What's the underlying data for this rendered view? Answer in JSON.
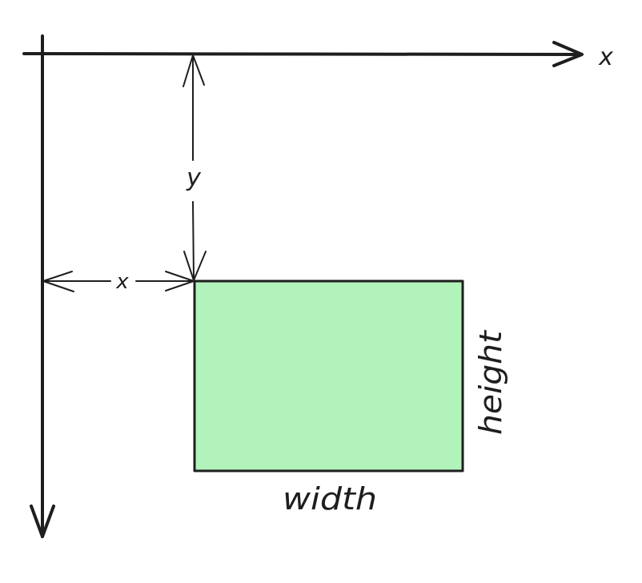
{
  "diagram": {
    "axis_x_label": "x",
    "offset_x_label": "x",
    "offset_y_label": "y",
    "width_label": "width",
    "height_label": "height"
  },
  "colors": {
    "ink": "#1e1e1e",
    "rect_fill": "#b2f2bb",
    "background": "#ffffff"
  }
}
